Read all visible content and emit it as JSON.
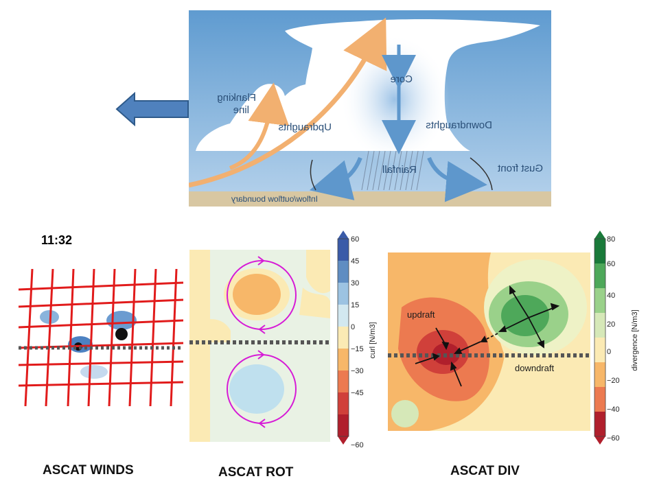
{
  "top_diagram": {
    "labels": {
      "core": "Core",
      "flanking_line": "Flanking line",
      "updraughts": "Updraughts",
      "downdraughts": "Downdraughts",
      "rainfall": "Rainfall",
      "gust_front": "Gust front",
      "boundary": "Inflow/outflow boundary"
    },
    "motion_arrow": "left-arrow"
  },
  "time_label": "11:32",
  "rot_panel": {
    "colorbar": {
      "label": "curl [N/m3]",
      "ticks": [
        "60",
        "45",
        "30",
        "15",
        "0",
        "−15",
        "−30",
        "−45",
        "−60"
      ]
    }
  },
  "div_panel": {
    "annotations": {
      "updraft": "updraft",
      "downdraft": "downdraft"
    },
    "colorbar": {
      "label": "divergence [N/m3]",
      "ticks": [
        "80",
        "60",
        "40",
        "20",
        "0",
        "−20",
        "−40",
        "−60"
      ]
    }
  },
  "captions": {
    "winds": "ASCAT WINDS",
    "rot": "ASCAT ROT",
    "div": "ASCAT DIV"
  },
  "colors": {
    "sky": "#6aa3d4",
    "ground": "#d8c7a2",
    "updraught": "#f2b070",
    "downdraught": "#5e97cc",
    "wind_barb": "#e11b1b",
    "circulation": "#d61bd6"
  }
}
